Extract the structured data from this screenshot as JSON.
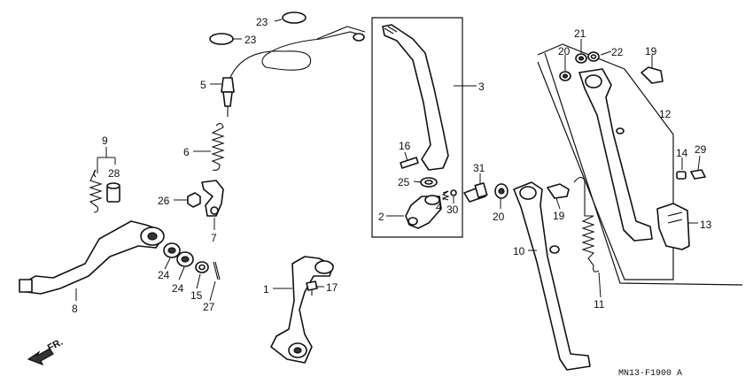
{
  "diagram": {
    "code": "MN13-F1900 A",
    "front_arrow": "FR.",
    "labels": [
      "1",
      "2",
      "3",
      "4",
      "5",
      "6",
      "7",
      "8",
      "9",
      "10",
      "11",
      "12",
      "13",
      "14",
      "15",
      "16",
      "17",
      "19",
      "20",
      "20",
      "21",
      "22",
      "23",
      "23",
      "24",
      "24",
      "25",
      "26",
      "27",
      "28",
      "29",
      "30",
      "31"
    ]
  }
}
